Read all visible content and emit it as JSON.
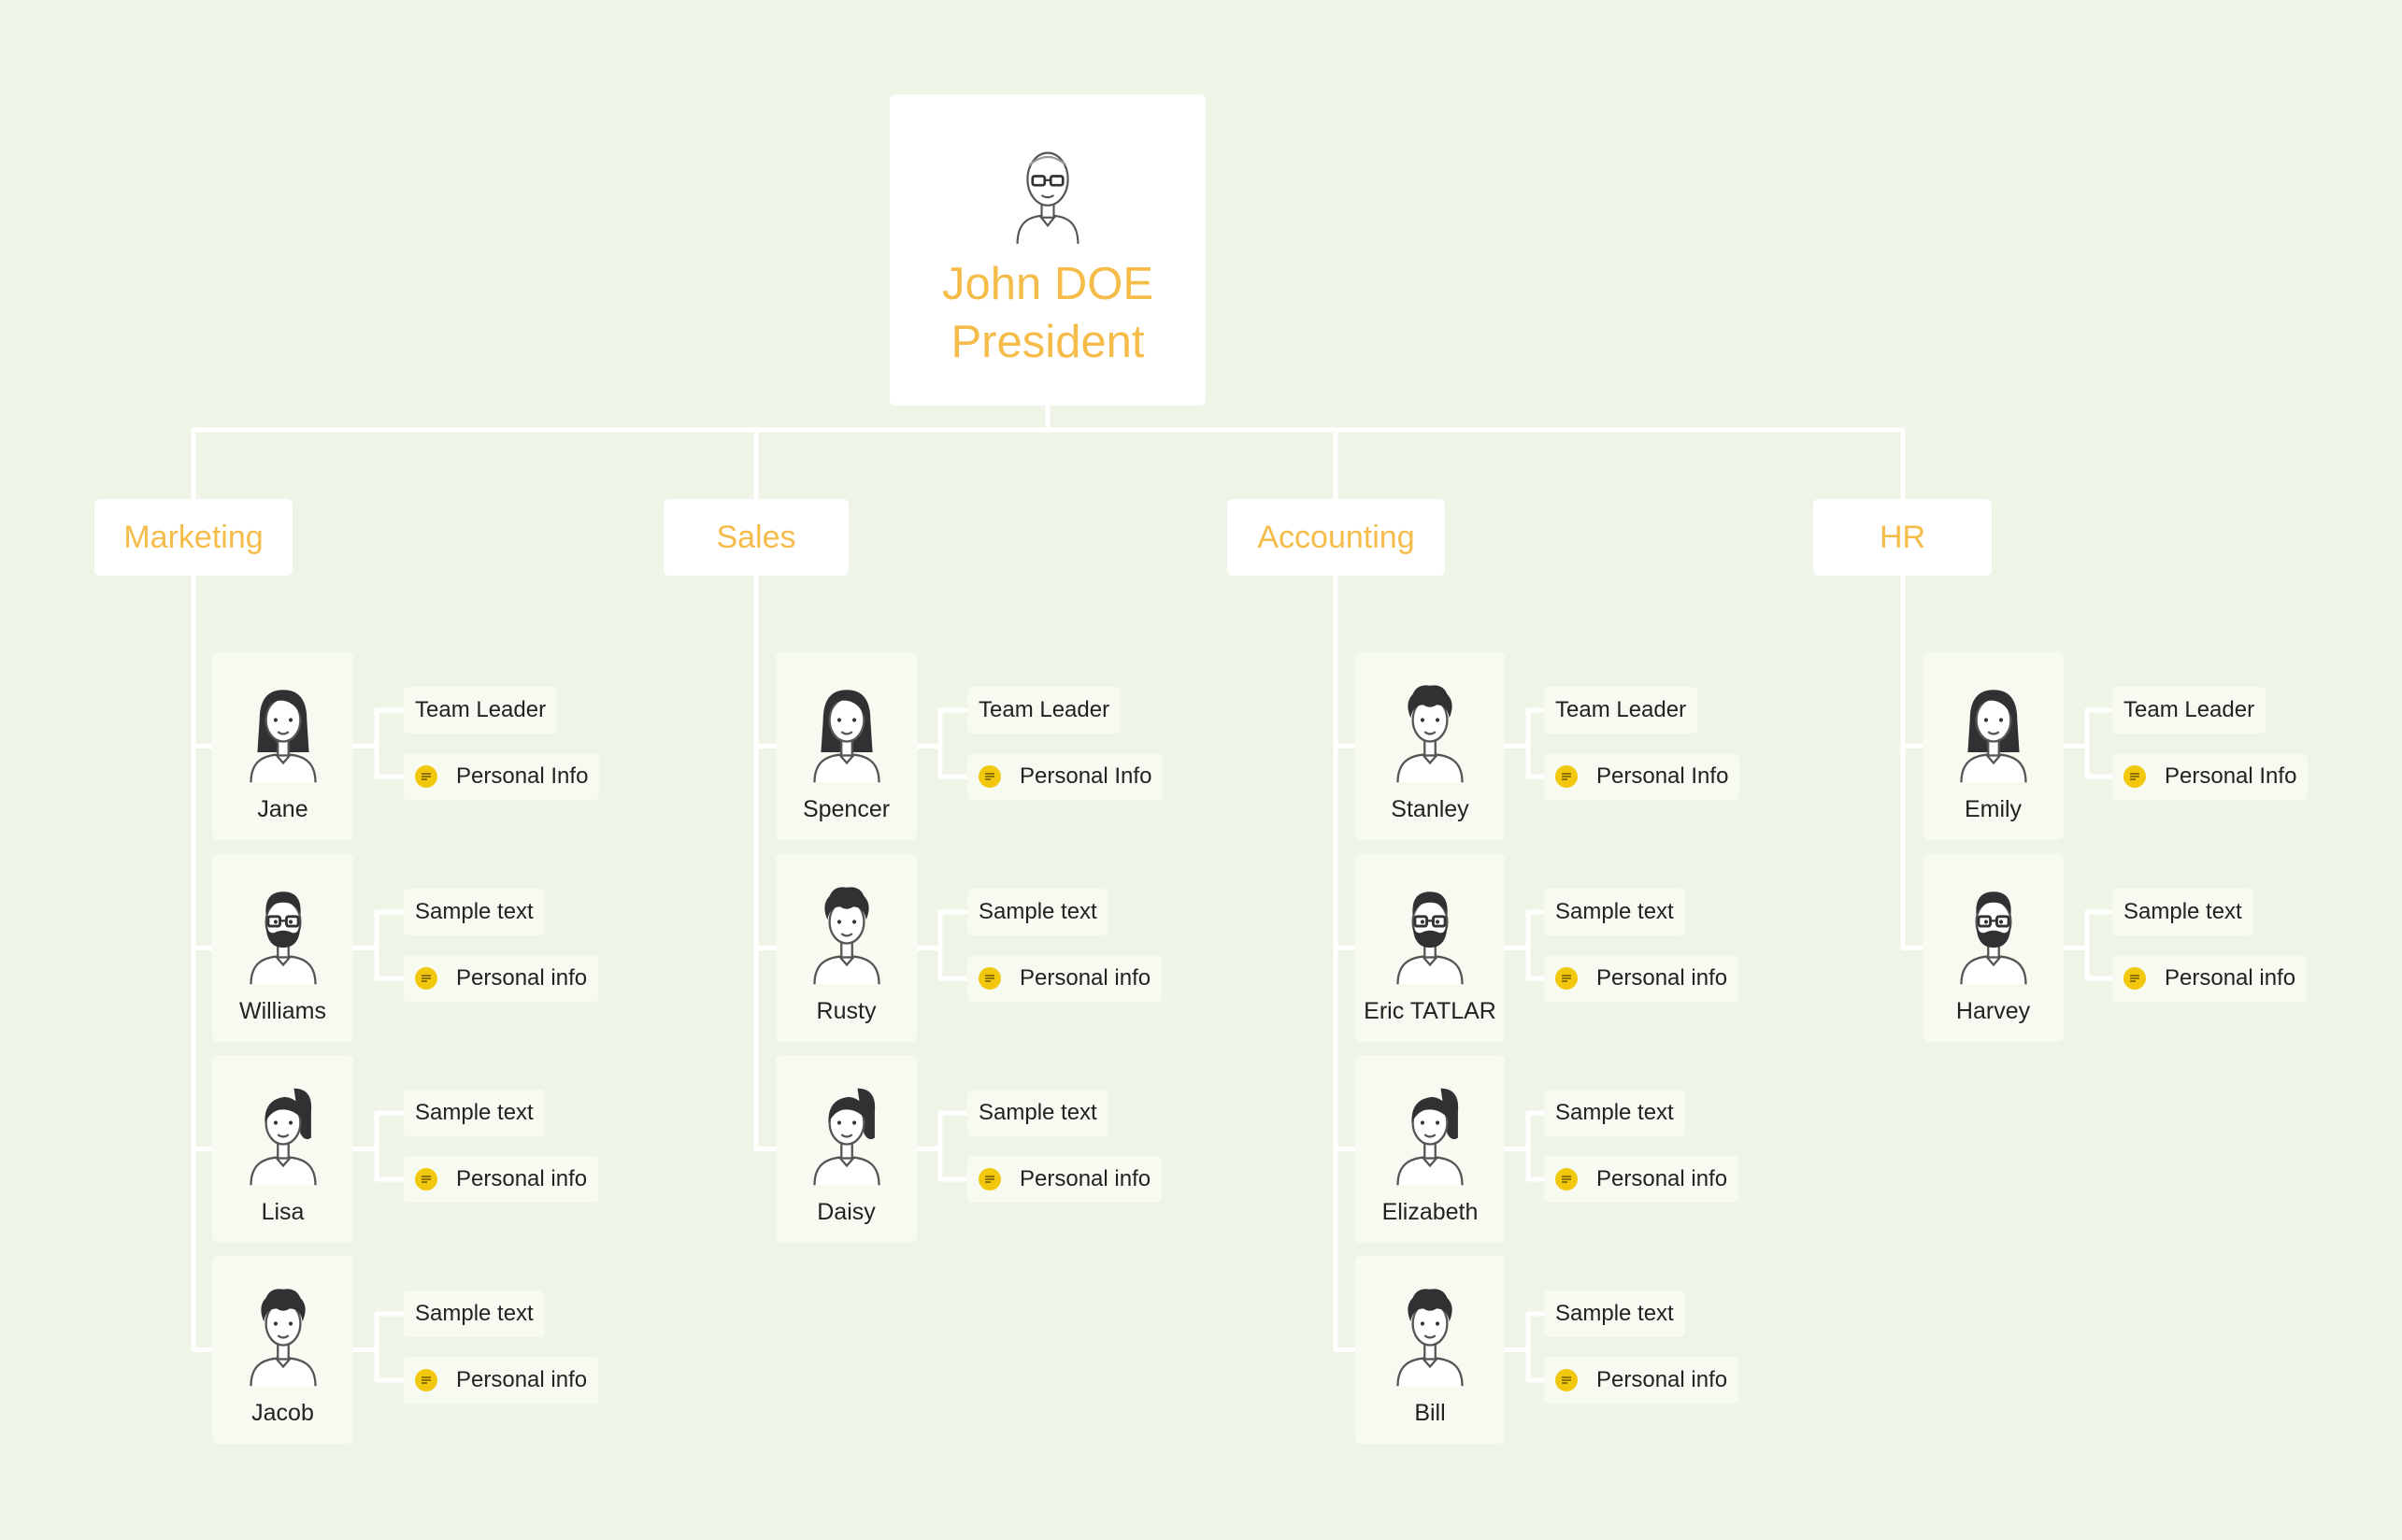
{
  "colors": {
    "background": "#EEF5E6",
    "accent": "#F5BC4A",
    "connector": "#FFFFFF",
    "card": "#F7FAF0",
    "info_dot": "#F2C80F",
    "text": "#222222"
  },
  "president": {
    "icon": "bald-man-glasses-avatar-icon",
    "name": "John DOE",
    "title": "President"
  },
  "departments": [
    {
      "name": "Marketing",
      "employees": [
        {
          "name": "Jane",
          "icon": "woman-long-hair-avatar-icon",
          "tag": "Team Leader",
          "info": "Personal Info"
        },
        {
          "name": "Williams",
          "icon": "bearded-man-glasses-avatar-icon",
          "tag": "Sample text",
          "info": "Personal info"
        },
        {
          "name": "Lisa",
          "icon": "woman-ponytail-avatar-icon",
          "tag": "Sample text",
          "info": "Personal info"
        },
        {
          "name": "Jacob",
          "icon": "man-curly-hair-avatar-icon",
          "tag": "Sample text",
          "info": "Personal info"
        }
      ]
    },
    {
      "name": "Sales",
      "employees": [
        {
          "name": "Spencer",
          "icon": "woman-long-hair-avatar-icon",
          "tag": "Team Leader",
          "info": "Personal Info"
        },
        {
          "name": "Rusty",
          "icon": "man-curly-hair-avatar-icon",
          "tag": "Sample text",
          "info": "Personal info"
        },
        {
          "name": "Daisy",
          "icon": "woman-ponytail-avatar-icon",
          "tag": "Sample text",
          "info": "Personal info"
        }
      ]
    },
    {
      "name": "Accounting",
      "employees": [
        {
          "name": "Stanley",
          "icon": "man-curly-hair-avatar-icon",
          "tag": "Team Leader",
          "info": "Personal Info"
        },
        {
          "name": "Eric TATLAR",
          "icon": "bearded-man-glasses-avatar-icon",
          "tag": "Sample text",
          "info": "Personal info"
        },
        {
          "name": "Elizabeth",
          "icon": "woman-ponytail-avatar-icon",
          "tag": "Sample text",
          "info": "Personal info"
        },
        {
          "name": "Bill",
          "icon": "man-curly-hair-avatar-icon",
          "tag": "Sample text",
          "info": "Personal info"
        }
      ]
    },
    {
      "name": "HR",
      "employees": [
        {
          "name": "Emily",
          "icon": "woman-long-hair-avatar-icon",
          "tag": "Team Leader",
          "info": "Personal Info"
        },
        {
          "name": "Harvey",
          "icon": "bearded-man-glasses-avatar-icon",
          "tag": "Sample text",
          "info": "Personal info"
        }
      ]
    }
  ]
}
